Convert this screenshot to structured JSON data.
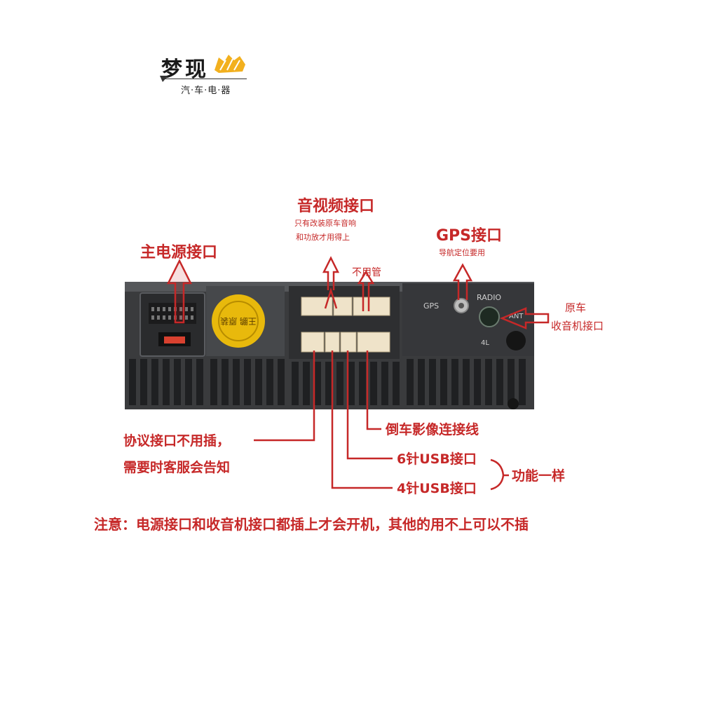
{
  "logo": {
    "name": "梦现",
    "subtitle": "汽·车·电·器"
  },
  "labels": {
    "main_power": "主电源接口",
    "av_port": "音视频接口",
    "av_note_line1": "只有改装原车音响",
    "av_note_line2": "和功放才用得上",
    "unused": "不用管",
    "gps_port": "GPS接口",
    "gps_note": "导航定位要用",
    "original_line1": "原车",
    "original_line2": "收音机接口",
    "protocol_line1": "协议接口不用插，",
    "protocol_line2": "需要时客服会告知",
    "reverse_camera": "倒车影像连接线",
    "usb6": "6针USB接口",
    "usb4": "4针USB接口",
    "same_function": "功能一样",
    "note": "注意：电源接口和收音机接口都插上才会开机，其他的用不上可以不插"
  },
  "unit": {
    "sticker_text": "王鹏 原装",
    "gps_label": "GPS",
    "radio_label": "RADIO",
    "ant_label": "ANT",
    "num_label": "4L"
  },
  "colors": {
    "annotation": "#c62828",
    "logo_accent": "#f2b01e",
    "panel": "#3a3b3d",
    "connector": "#efe3c9",
    "sticker": "#e8b90c"
  }
}
